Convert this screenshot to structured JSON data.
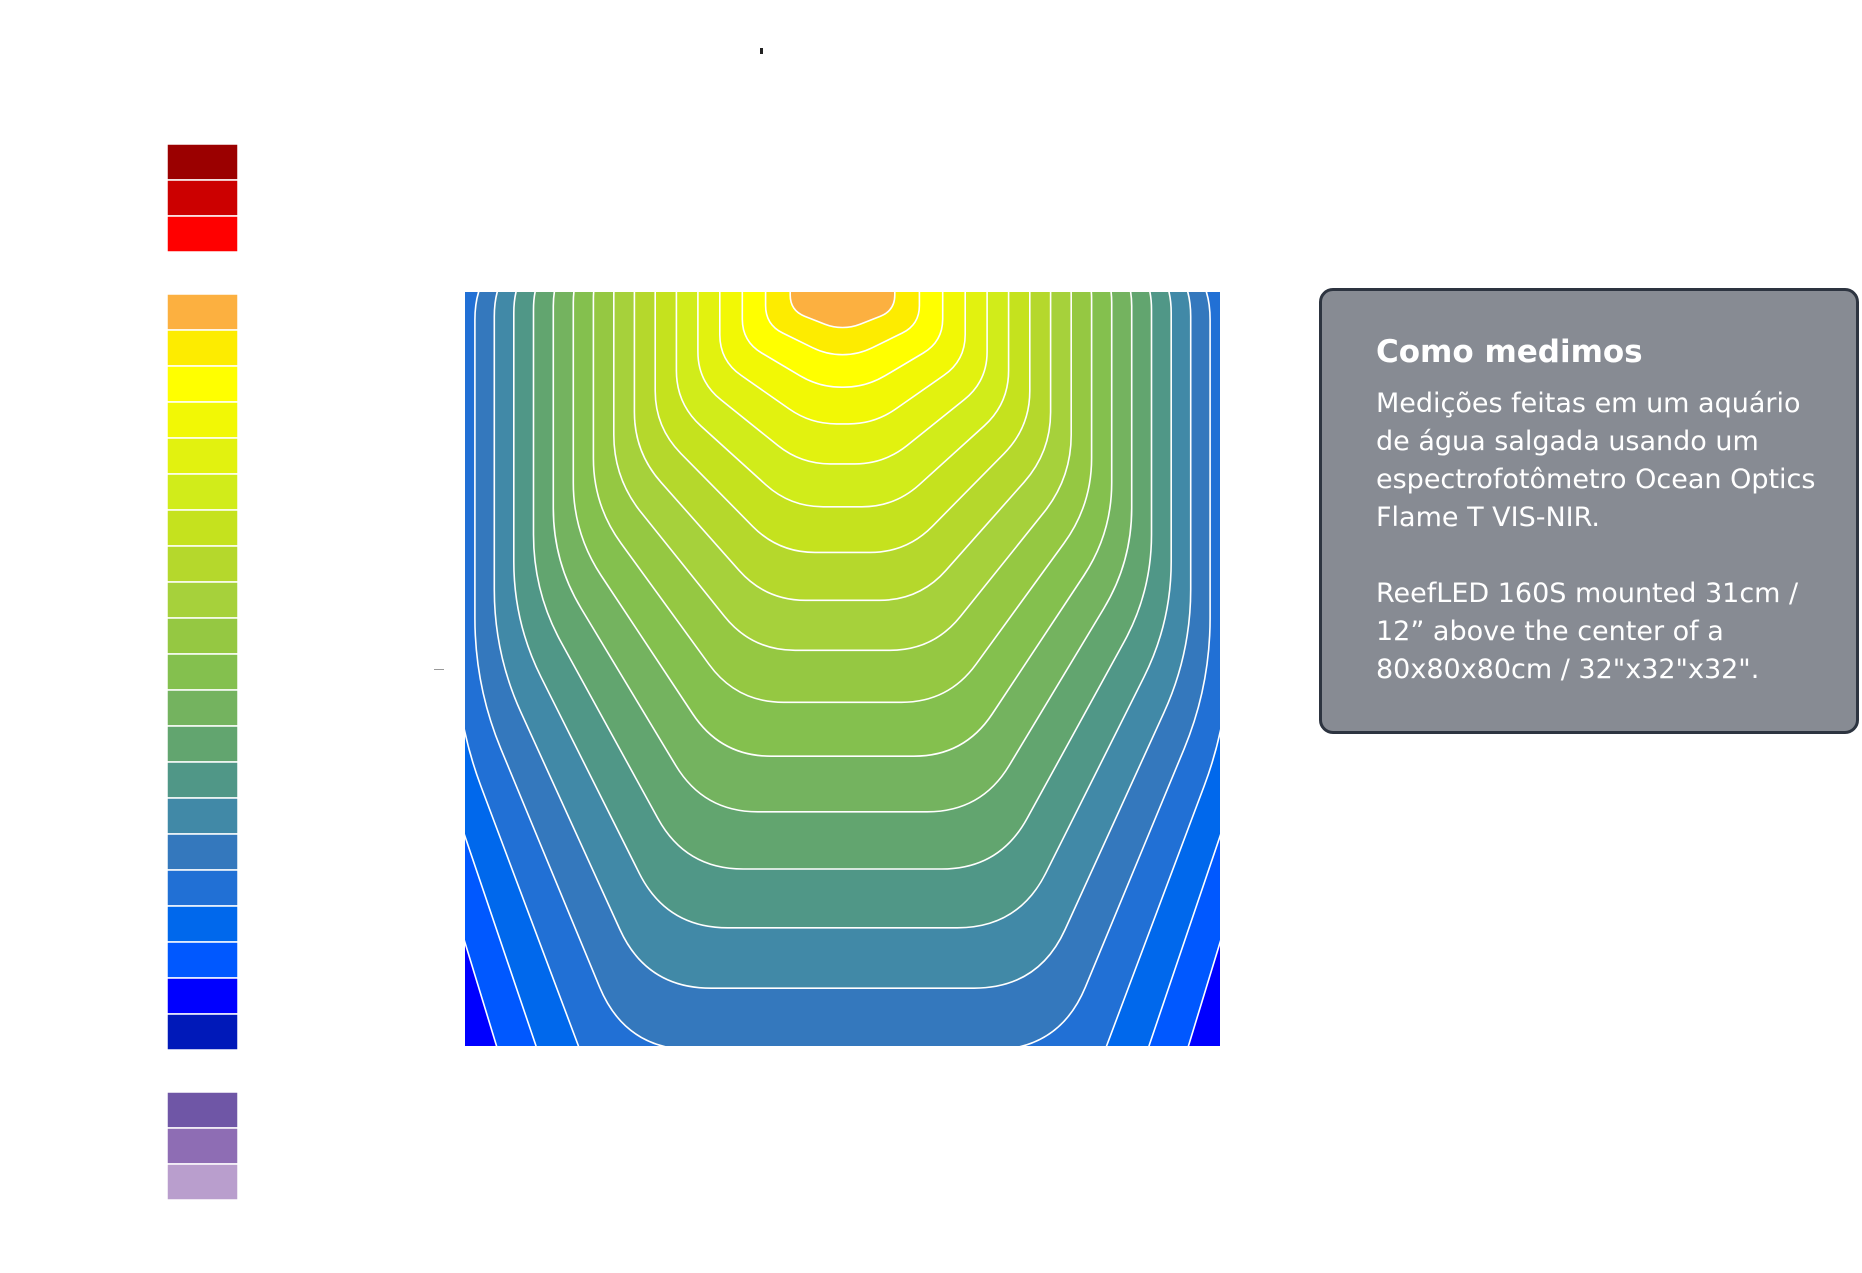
{
  "chart_data": {
    "type": "heatmap",
    "title": "",
    "xlabel": "",
    "ylabel": "",
    "legend_placement": "left",
    "legend_groups": [
      [
        "#9b0000",
        "#cc0000",
        "#ff0000"
      ],
      [
        "#fcb040",
        "#fdec00",
        "#ffff00",
        "#f2f805",
        "#e2f20f",
        "#d1ec1a",
        "#c5e21e",
        "#b5d82c",
        "#a6d13b",
        "#95c842",
        "#84c04e",
        "#74b35f",
        "#62a56f",
        "#509787",
        "#4189a7",
        "#3478bd",
        "#2170d5",
        "#0068ec",
        "#0058ff",
        "#0000ff",
        "#0019b9"
      ],
      [
        "#6f56a6",
        "#8e6db4",
        "#b99ecd"
      ]
    ],
    "contour_fills": [
      "#fcb040",
      "#fdec00",
      "#ffff00",
      "#f2f805",
      "#e2f20f",
      "#d1ec1a",
      "#c5e21e",
      "#b5d82c",
      "#a6d13b",
      "#95c842",
      "#84c04e",
      "#74b35f",
      "#62a56f",
      "#509787",
      "#4189a7",
      "#3478bd",
      "#2170d5",
      "#0068ec",
      "#0058ff",
      "#0000ff",
      "#0019b9"
    ],
    "contour_line_color": "#ffffff",
    "contour_source": [
      0.5,
      0.0
    ],
    "grid": false
  },
  "info_card": {
    "title": "Como medimos",
    "paragraph1": "Medições feitas em um aquário de água salgada usando um espectrofotômetro Ocean Optics Flame T VIS-NIR.",
    "paragraph2": "ReefLED 160S mounted 31cm / 12” above the center of a 80x80x80cm / 32\"x32\"x32\"."
  },
  "colors": {
    "card_background": "#878b93",
    "card_border": "#2d3440",
    "card_text": "#ffffff"
  }
}
